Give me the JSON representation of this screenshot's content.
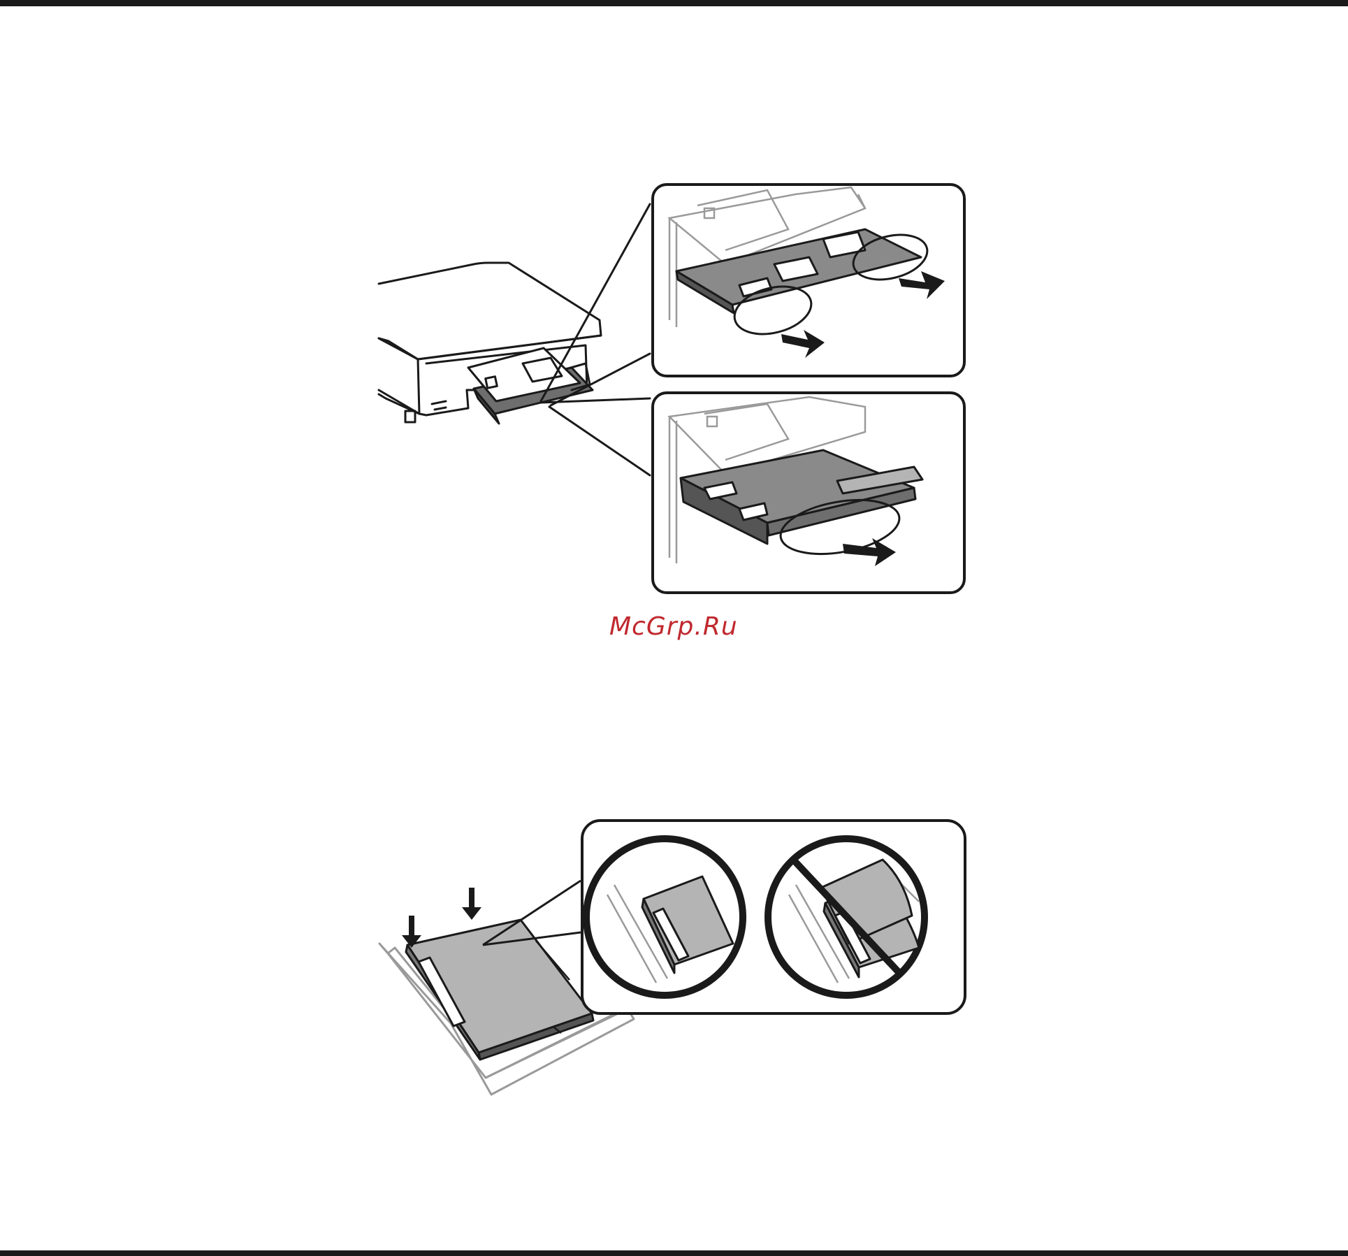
{
  "page": {
    "watermark_text": "McGrp.Ru",
    "watermark_color": "#c0282e",
    "rule_color": "#1a1a1a"
  },
  "figures": [
    {
      "name": "printer-output-tray-illustration",
      "icons": [
        "printer-icon",
        "arrow-icon"
      ]
    },
    {
      "name": "paper-cassette-loading-illustration",
      "icons": [
        "arrow-down-icon",
        "prohibited-icon"
      ]
    }
  ]
}
